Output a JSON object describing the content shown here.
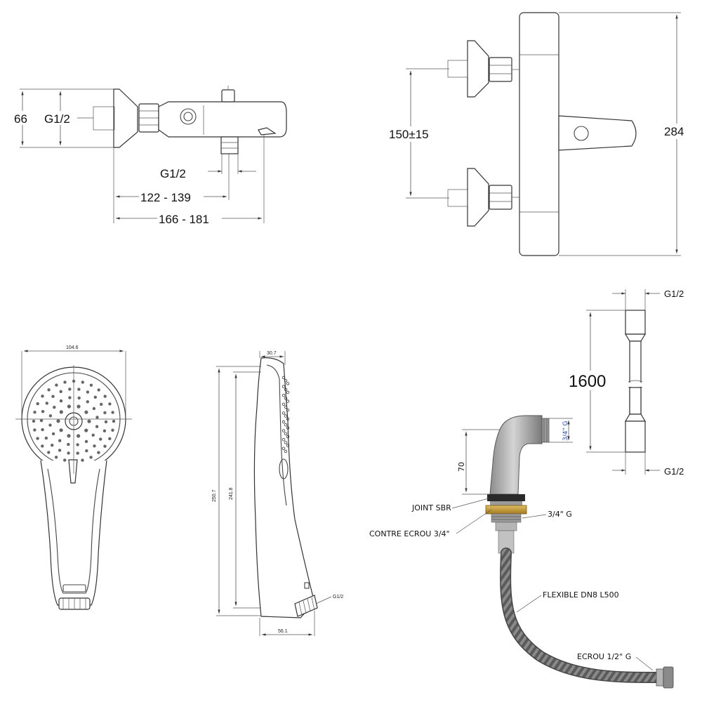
{
  "mixer_side": {
    "dim_height": "66",
    "thread_inlet": "G1/2",
    "thread_outlet": "G1/2",
    "depth_range_1": "122 - 139",
    "depth_range_2": "166 - 181"
  },
  "mixer_front": {
    "center_distance": "150±15",
    "height": "284"
  },
  "shower_head": {
    "width": "104.6",
    "depth": "30.7",
    "length": "250.7",
    "inner_length": "241.8",
    "thread": "G1/2",
    "base_width": "56.1"
  },
  "hose": {
    "thread_top": "G1/2",
    "length": "1600",
    "thread_bottom": "G1/2"
  },
  "spout": {
    "height": "70",
    "outlet_thread": "3/4\" G",
    "label_joint": "JOINT SBR",
    "label_contre_ecrou": "CONTRE ECROU 3/4\"",
    "label_thread": "3/4\" G",
    "label_flexible": "FLEXIBLE DN8 L500",
    "label_ecrou": "ECROU 1/2\" G"
  },
  "colors": {
    "line": "#444444",
    "grey_metal": "#a6a6a6",
    "brass": "#c9a043"
  }
}
